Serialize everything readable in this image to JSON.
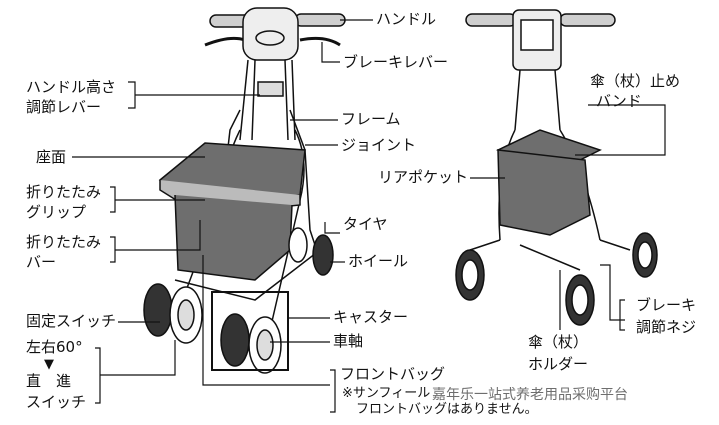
{
  "labels": {
    "handle": "ハンドル",
    "brake_lever": "ブレーキレバー",
    "handle_height_lever_1": "ハンドル高さ",
    "handle_height_lever_2": "調節レバー",
    "frame": "フレーム",
    "joint": "ジョイント",
    "seat": "座面",
    "folding_grip_1": "折りたたみ",
    "folding_grip_2": "グリップ",
    "folding_bar_1": "折りたたみ",
    "folding_bar_2": "バー",
    "tire": "タイヤ",
    "wheel": "ホイール",
    "lock_switch": "固定スイッチ",
    "swivel_switch_1": "左右60°",
    "swivel_switch_arrow": "▼",
    "swivel_switch_2": "直　進",
    "swivel_switch_3": "スイッチ",
    "caster": "キャスター",
    "axle": "車軸",
    "front_bag": "フロントバッグ",
    "front_bag_note_1": "※サンフィール",
    "front_bag_note_2": "フロントバッグはありません。",
    "umbrella_band_1": "傘（杖）止め",
    "umbrella_band_2": "バンド",
    "rear_pocket": "リアポケット",
    "brake_adjust_1": "ブレーキ",
    "brake_adjust_2": "調節ネジ",
    "umbrella_holder_1": "傘（杖）",
    "umbrella_holder_2": "ホルダー"
  },
  "watermark": "嘉年乐一站式养老用品采购平台",
  "colors": {
    "line": "#111111",
    "fill_dark": "#6e6e6e",
    "fill_light": "#cfcfcf"
  }
}
